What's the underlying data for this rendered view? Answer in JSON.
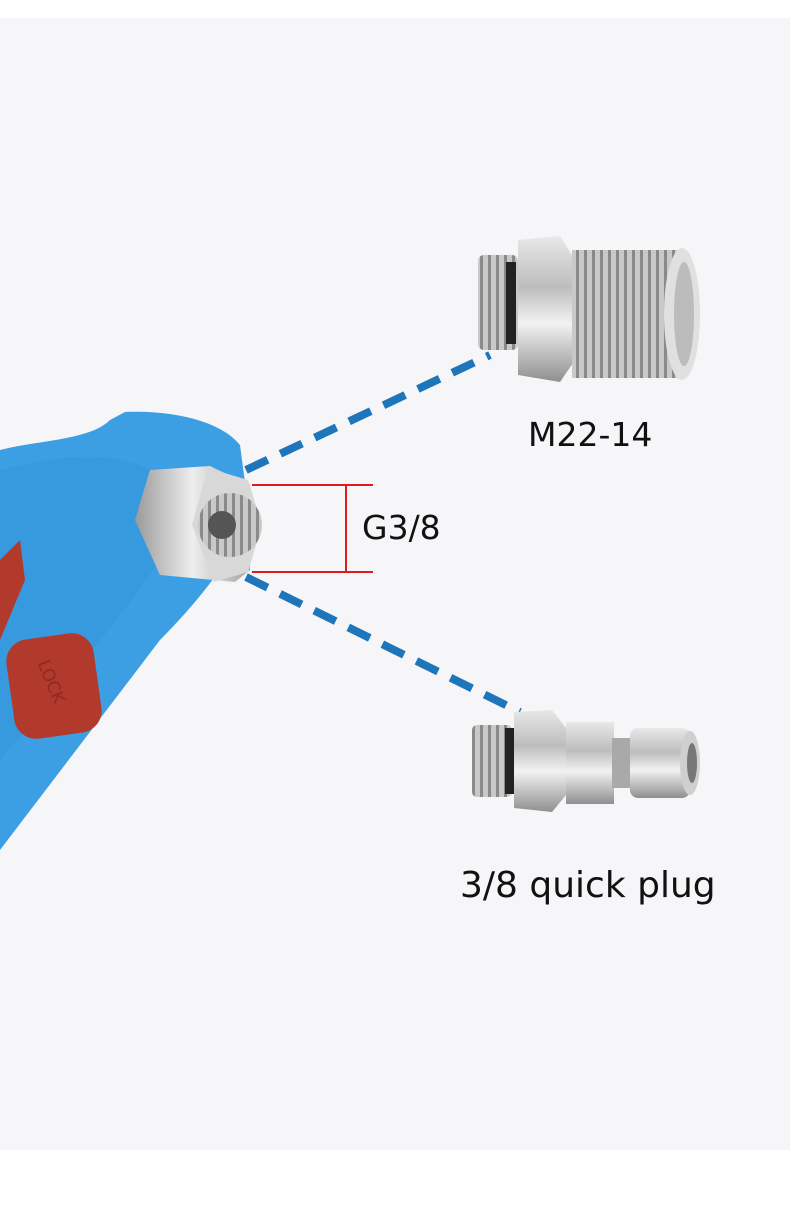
{
  "labels": {
    "m22": "M22-14",
    "g38": "G3/8",
    "plug": "3/8 quick plug",
    "lock": "LOCK"
  },
  "colors": {
    "gun_blue": "#3c9fe3",
    "dash_blue": "#1d76b9",
    "dimension_red": "#e11b1b",
    "lock_red": "#b23a2c"
  }
}
